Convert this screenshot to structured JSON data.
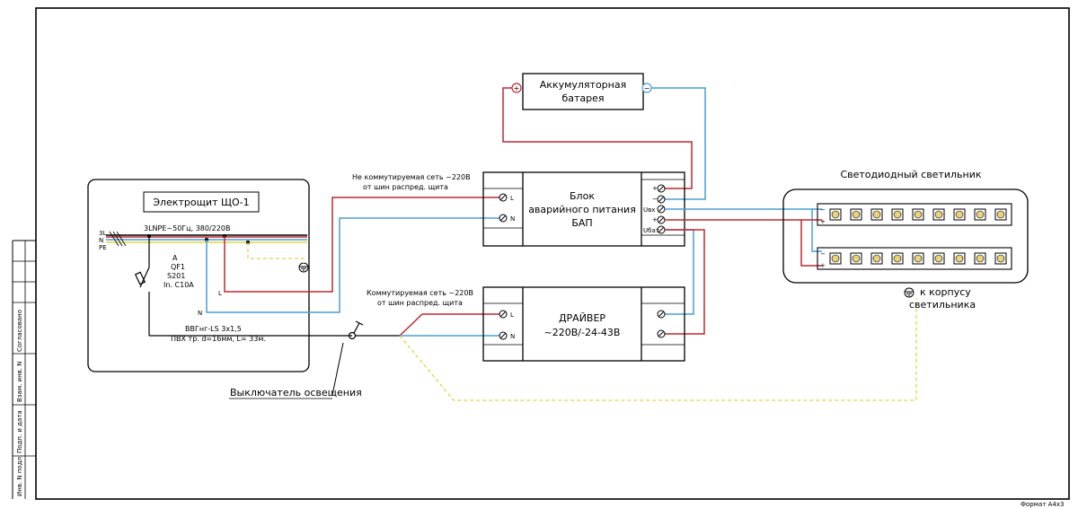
{
  "panel": {
    "title": "Электрощит ЩО-1",
    "bus_label": "3LNPE~50Гц, 380/220В",
    "bus_3l": "3L",
    "bus_n": "N",
    "bus_pe": "PE",
    "breaker_a": "A",
    "breaker_qf": "QF1",
    "breaker_model": "S201",
    "breaker_rating": "In. C10A",
    "wire_l": "L",
    "wire_n": "N",
    "cable_line1": "ВВГнг-LS 3х1,5",
    "cable_line2": "ПВХ тр. d=16мм, L= 33м."
  },
  "battery": {
    "line1": "Аккумуляторная",
    "line2": "батарея",
    "plus": "+",
    "minus": "−"
  },
  "emergency_unit": {
    "line1": "Блок",
    "line2": "аварийного питания",
    "line3": "БАП",
    "net_label_1": "Не коммутируемая сеть ~220В",
    "net_label_2": "от шин распред. щита",
    "term_l": "L",
    "term_n": "N",
    "out_plus": "+",
    "out_minus": "−",
    "ubat": "Uбат",
    "uout": "Uвх"
  },
  "driver": {
    "line1": "ДРАЙВЕР",
    "line2": "~220В/-24-43В",
    "net_label_1": "Коммутируемая сеть ~220В",
    "net_label_2": "от шин распред. щита",
    "term_l": "L",
    "term_n": "N"
  },
  "luminaire": {
    "title": "Светодиодный светильник",
    "strip_minus": "−",
    "strip_plus": "+",
    "ground_line1": "к корпусу",
    "ground_line2": "светильника",
    "led_count_per_strip": 9
  },
  "switch_label": "Выключатель освещения",
  "stamp": {
    "approved": "Согласовано",
    "replace_inv": "Взам. инв. N",
    "sign_date": "Подп. и дата",
    "inv_orig": "Инв. N подл."
  },
  "format_label": "Формат А4х3",
  "colors": {
    "phase": "#c0282d",
    "neutral": "#4a9ed6",
    "pe": "#e3d34a",
    "line": "#000000"
  }
}
